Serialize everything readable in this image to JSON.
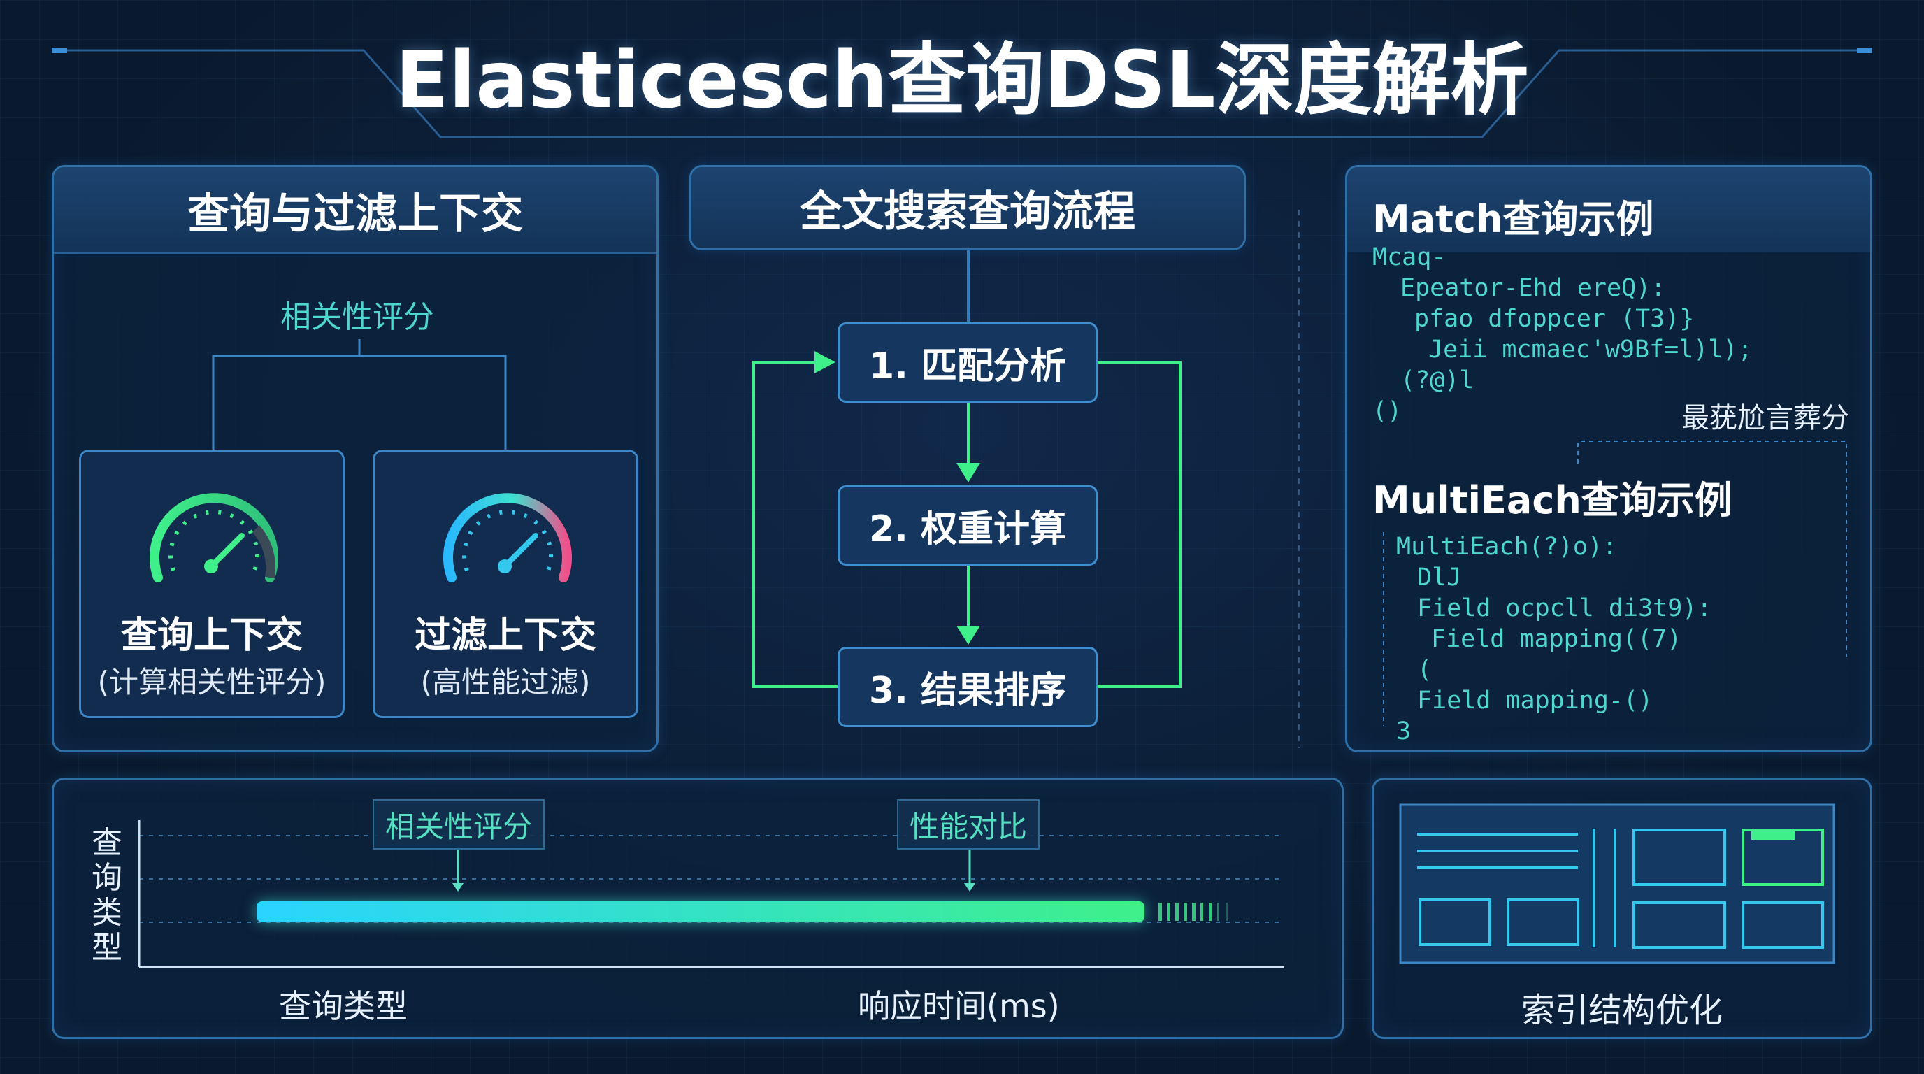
{
  "title": "Elasticesch查询DSL深度解析",
  "left_panel": {
    "title": "查询与过滤上下交",
    "relevance_label": "相关性评分",
    "query_card": {
      "title": "查询上下交",
      "subtitle": "(计算相关性评分)"
    },
    "filter_card": {
      "title": "过滤上下交",
      "subtitle": "(高性能过滤)"
    }
  },
  "flow_panel": {
    "title": "全文搜索查询流程",
    "steps": [
      "1. 匹配分析",
      "2. 权重计算",
      "3. 结果排序"
    ]
  },
  "match_panel": {
    "title": "Match查询示例",
    "code_lines": [
      "Mcaq-",
      "Epeator-Ehd ereQ):",
      "pfao dfoppcer (T3)}",
      "Jeii mcmaec'w9Bf=l)l);",
      "(?@)l",
      "()"
    ],
    "score_label": "最莸尬言葬分",
    "multi_title": "MultiEach查询示例",
    "multi_code_lines": [
      "MultiEach(?)o):",
      "DlJ",
      "Field ocpcll di3t9):",
      "Field mapping((7)",
      "(",
      "Field mapping-()",
      "3"
    ]
  },
  "bottom_chart": {
    "y_label": "查询类型",
    "x_label_left": "查询类型",
    "x_label_right": "响应时间(ms)",
    "markers": [
      "相关性评分",
      "性能对比"
    ]
  },
  "index_panel": {
    "label": "索引结构优化"
  },
  "colors": {
    "accent_blue": "#2f6fa8",
    "cyan": "#2ad4ff",
    "green": "#3ff08a",
    "teal_text": "#56e0c2"
  }
}
